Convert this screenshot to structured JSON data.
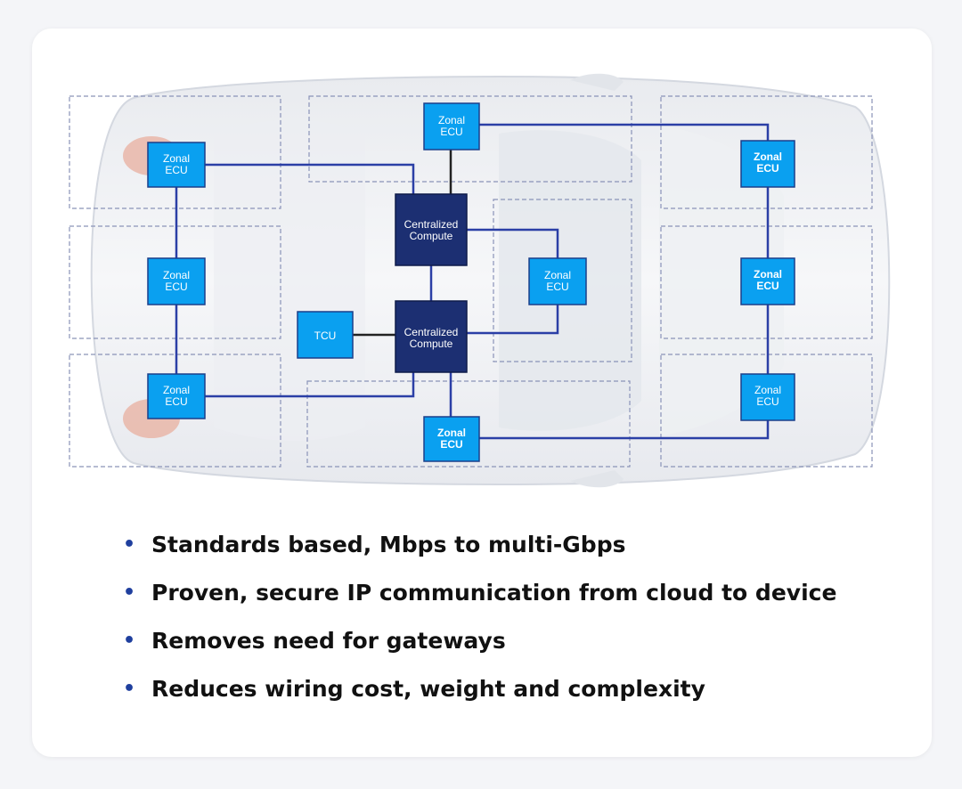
{
  "diagram": {
    "zonal_label": "Zonal\nECU",
    "compute_label": "Centralized\nCompute",
    "tcu_label": "TCU",
    "colors": {
      "ecu_fill": "#0aa0f0",
      "compute_fill": "#1c2f72",
      "link": "#2b3fa6",
      "tcu_link": "#222222",
      "zone_border": "#8a93b8"
    }
  },
  "bullets": [
    "Standards based, Mbps to  multi-Gbps",
    "Proven, secure IP communication  from cloud to device",
    "Removes need for gateways",
    "Reduces wiring cost, weight and  complexity"
  ]
}
